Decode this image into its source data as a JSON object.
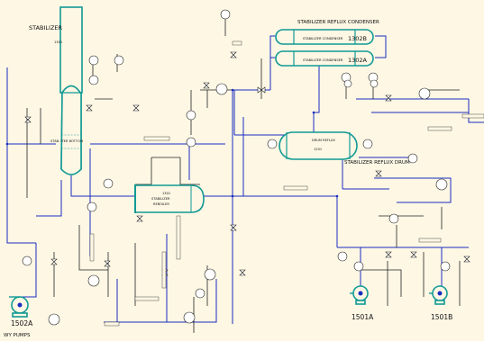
{
  "labels": {
    "stabilizer": "STABILIZER",
    "stabilizer_tag": "1301",
    "condenser_title": "STABILIZER REFLUX CONDENSER",
    "condenser_b_name": "1302B",
    "condenser_a_name": "1302A",
    "condenser_b_inner": "STABILIZER CONDENSER",
    "condenser_a_inner": "STABILIZER CONDENSER",
    "drum_tag": "1201",
    "drum_inner": "DRUM REFLUX",
    "drum_caption": "STABILIZER REFLUX DRUM",
    "reboiler_tag": "1301",
    "reboiler_line1": "STABILIZER",
    "reboiler_line2": "REBOILER",
    "pump_1501a": "1501A",
    "pump_1501b": "1501B",
    "pump_1502a": "1502A",
    "pumps_caption": "WY PUMPS",
    "column_bottom": "STAB. ITER BOTTOM"
  },
  "colors": {
    "background": "#fdf7e4",
    "equipment": "#129a94",
    "process_line": "#1a2dbf",
    "instrument_line": "#222222"
  },
  "icons": {
    "instrument_bubble": "circle-tag-icon",
    "valve": "gate-valve-icon",
    "pump": "centrifugal-pump-icon"
  }
}
